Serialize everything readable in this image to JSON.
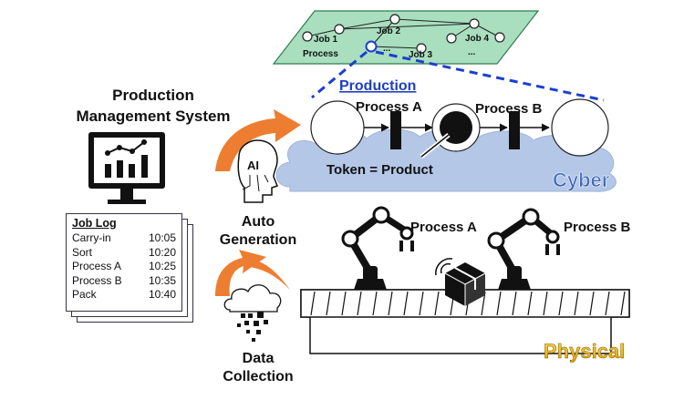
{
  "system": {
    "title_line1": "Production",
    "title_line2": "Management System"
  },
  "cyber_net": {
    "jobs": [
      "Job 1",
      "Job 2",
      "Job 3",
      "Job 4"
    ],
    "process_label": "Process",
    "ellipsis": "..."
  },
  "production": {
    "title": "Production",
    "process_a": "Process A",
    "process_b": "Process B",
    "token_label": "Token = Product"
  },
  "layers": {
    "cyber": "Cyber",
    "physical": "Physical"
  },
  "steps": {
    "auto_line1": "Auto",
    "auto_line2": "Generation",
    "data_line1": "Data",
    "data_line2": "Collection"
  },
  "ai_badge": "AI",
  "physical": {
    "process_a": "Process A",
    "process_b": "Process B"
  },
  "job_log": {
    "title": "Job Log",
    "entries": [
      {
        "task": "Carry-in",
        "time": "10:05"
      },
      {
        "task": "Sort",
        "time": "10:20"
      },
      {
        "task": "Process A",
        "time": "10:25"
      },
      {
        "task": "Process B",
        "time": "10:35"
      },
      {
        "task": "Pack",
        "time": "10:40"
      }
    ]
  },
  "colors": {
    "cyber_cloud": "#b4c7e7",
    "cyber_text": "#4472c4",
    "physical_text": "#ffc000",
    "net_plane": "#a9dfbf",
    "arrow_orange": "#ed7d31",
    "production_title": "#1f3fbf",
    "dashed_line": "#1a3fd1"
  }
}
